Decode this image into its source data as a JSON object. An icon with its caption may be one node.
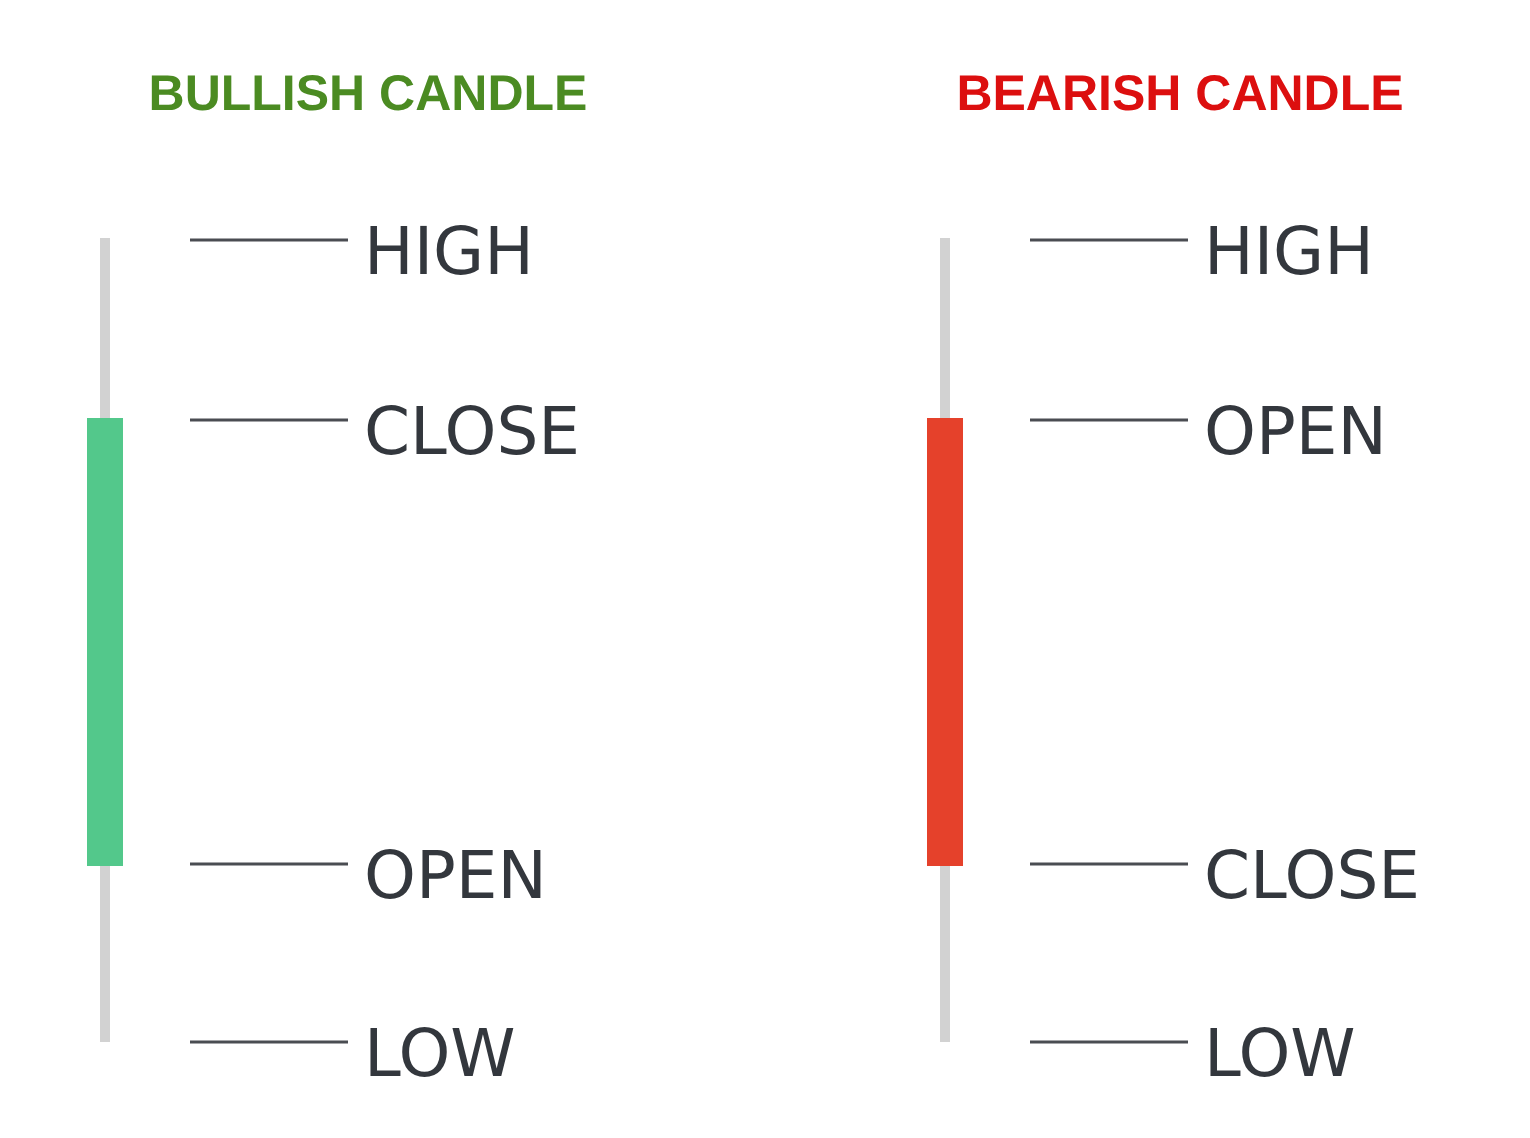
{
  "diagram": {
    "nodes": [
      {
        "text": [
          "HIGH"
        ]
      },
      {
        "text": [
          "CLOSE"
        ]
      },
      {
        "text": [
          "OPEN"
        ]
      },
      {
        "text": [
          "LOW"
        ]
      },
      {
        "text": [
          "HIGH"
        ]
      },
      {
        "text": [
          "OPEN"
        ]
      },
      {
        "text": [
          "CLOSE"
        ]
      },
      {
        "text": [
          "LOW"
        ]
      }
    ],
    "edges": [
      {
        "from": 0,
        "to": null,
        "arrow": "none"
      },
      {
        "from": 1,
        "to": null,
        "arrow": "none"
      },
      {
        "from": 2,
        "to": null,
        "arrow": "none"
      },
      {
        "from": 3,
        "to": null,
        "arrow": "none"
      },
      {
        "from": 4,
        "to": null,
        "arrow": "none"
      },
      {
        "from": 5,
        "to": null,
        "arrow": "none"
      },
      {
        "from": 6,
        "to": null,
        "arrow": "none"
      },
      {
        "from": 7,
        "to": null,
        "arrow": "none"
      }
    ],
    "labels": [
      "BULLISH CANDLE",
      "BEARISH CANDLE"
    ]
  }
}
